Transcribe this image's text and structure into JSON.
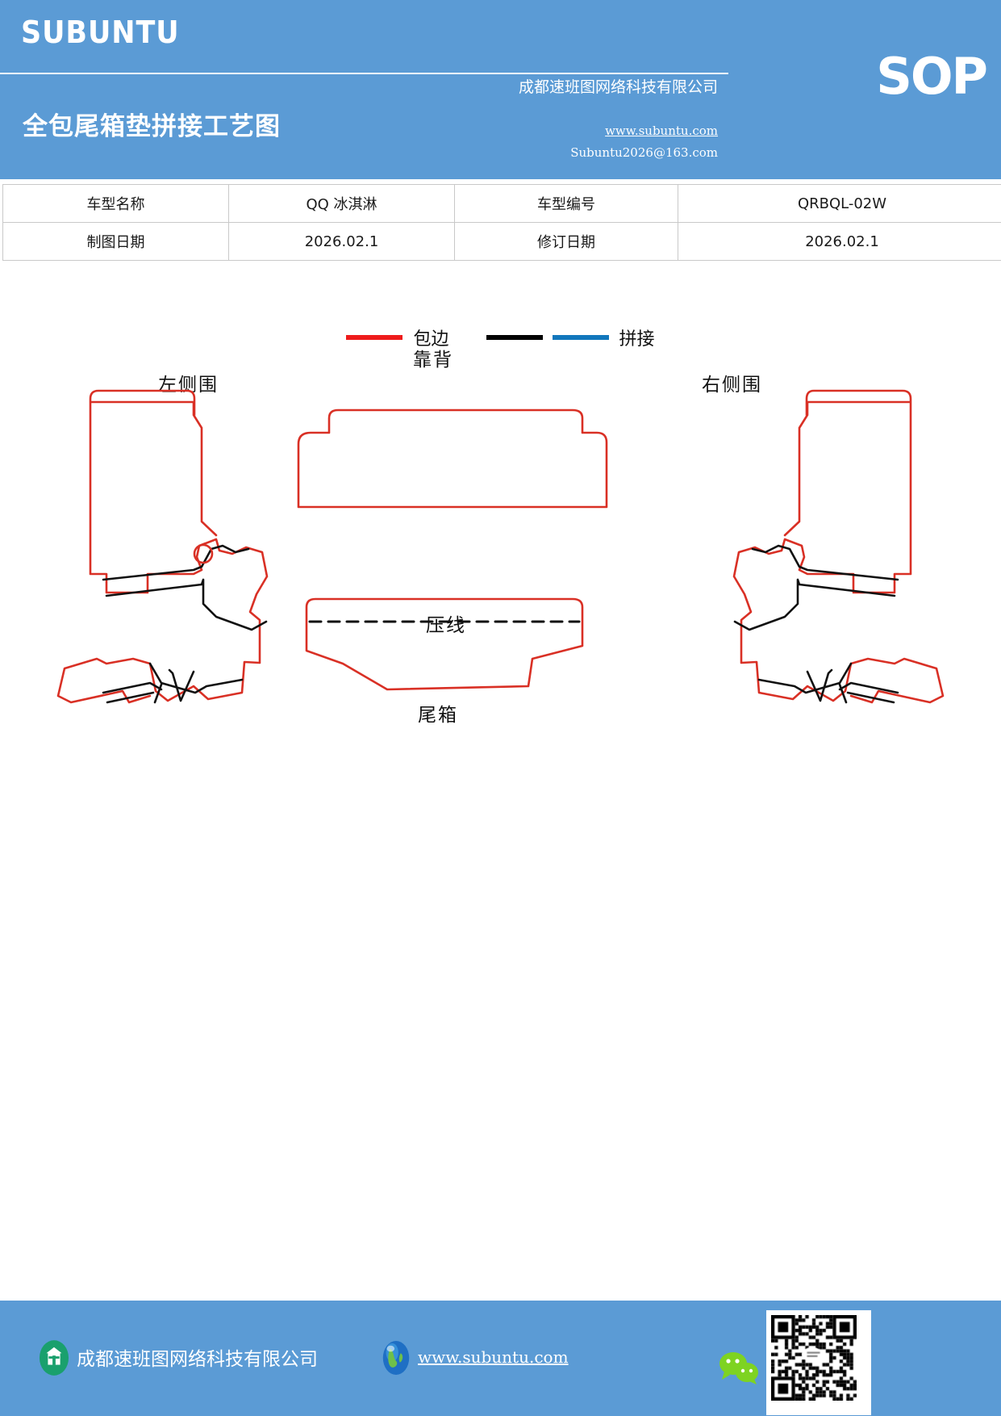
{
  "header": {
    "brand": "SUBUNTU",
    "doc_title": "全包尾箱垫拼接工艺图",
    "company": "成都速班图网络科技有限公司",
    "badge": "SOP",
    "website": "www.subuntu.com",
    "email": "Subuntu2026@163.com"
  },
  "info_table": {
    "rows": [
      {
        "label1": "车型名称",
        "value1": "QQ 冰淇淋",
        "label2": "车型编号",
        "value2": "QRBQL-02W"
      },
      {
        "label1": "制图日期",
        "value1": "2026.02.1",
        "label2": "修订日期",
        "value2": "2026.02.1"
      }
    ]
  },
  "legend": {
    "items": [
      {
        "label": "包边",
        "color": "#ee1c1c"
      },
      {
        "label": "",
        "color": "#000000"
      },
      {
        "label": "拼接",
        "color": "#1277bc"
      }
    ]
  },
  "drawing": {
    "labels": {
      "left_side": "左侧围",
      "right_side": "右侧围",
      "backrest": "靠背",
      "crease_line": "压线",
      "trunk": "尾箱"
    },
    "colors": {
      "binding": "#d93025",
      "splice": "#111111",
      "crease": "#111111"
    }
  },
  "footer": {
    "company": "成都速班图网络科技有限公司",
    "website": "www.subuntu.com",
    "icons": {
      "company": "building-icon",
      "globe": "globe-icon",
      "wechat": "wechat-icon",
      "qr": "qr-code-icon"
    }
  },
  "theme": {
    "brand_blue": "#5b9bd5",
    "red": "#d93025",
    "blue_line": "#1277bc",
    "black": "#111111"
  }
}
